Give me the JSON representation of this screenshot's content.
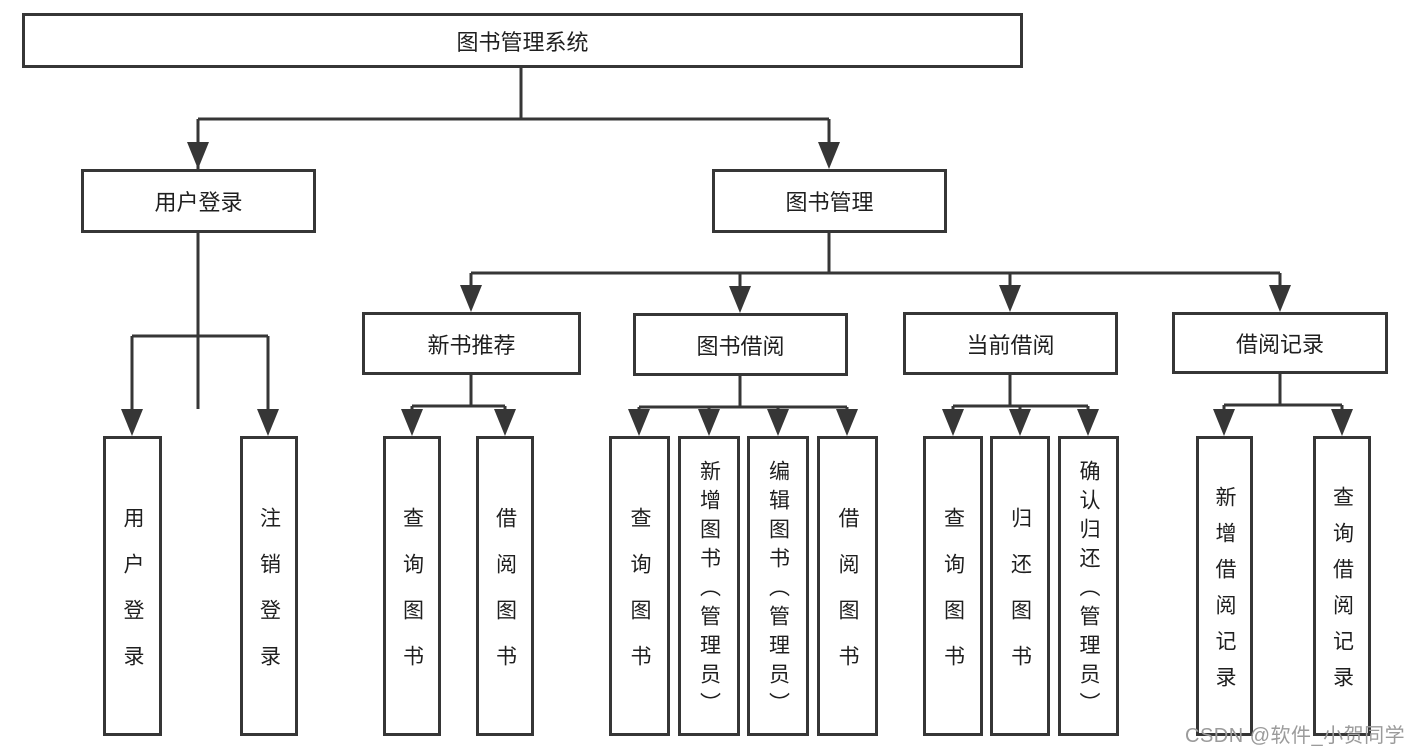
{
  "diagram_title": "图书管理系统",
  "tree": {
    "label": "图书管理系统",
    "children": [
      {
        "label": "用户登录",
        "children": [
          {
            "label": "用户登录"
          },
          {
            "label": "注销登录"
          }
        ]
      },
      {
        "label": "图书管理",
        "children": [
          {
            "label": "新书推荐",
            "children": [
              {
                "label": "查询图书"
              },
              {
                "label": "借阅图书"
              }
            ]
          },
          {
            "label": "图书借阅",
            "children": [
              {
                "label": "查询图书"
              },
              {
                "label": "新增图书（管理员）"
              },
              {
                "label": "编辑图书（管理员）"
              },
              {
                "label": "借阅图书"
              }
            ]
          },
          {
            "label": "当前借阅",
            "children": [
              {
                "label": "查询图书"
              },
              {
                "label": "归还图书"
              },
              {
                "label": "确认归还（管理员）"
              }
            ]
          },
          {
            "label": "借阅记录",
            "children": [
              {
                "label": "新增借阅记录"
              },
              {
                "label": "查询借阅记录"
              }
            ]
          }
        ]
      }
    ]
  },
  "watermark": {
    "text": "CSDN @软件_小贺同学"
  },
  "colors": {
    "line": "#363636",
    "text": "#1f1f1f",
    "background": "#ffffff",
    "watermark": "#9b9b9b"
  }
}
